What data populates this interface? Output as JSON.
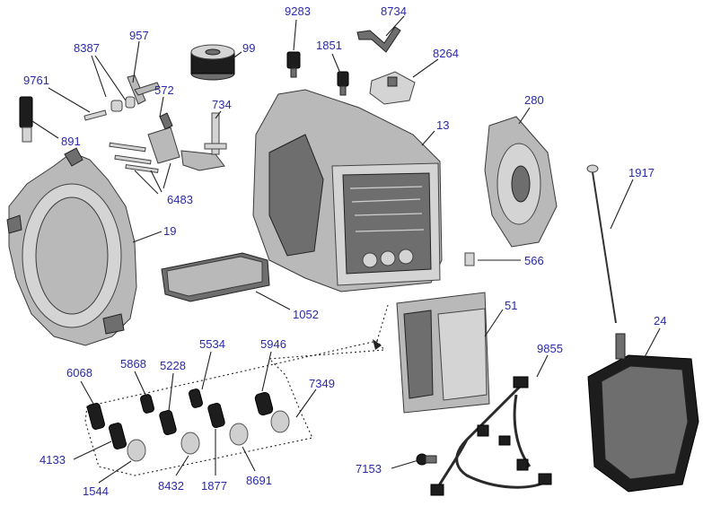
{
  "labels": {
    "l9283": "9283",
    "l8734": "8734",
    "l957": "957",
    "l8387": "8387",
    "l99": "99",
    "l1851": "1851",
    "l8264": "8264",
    "l9761": "9761",
    "l572": "572",
    "l734": "734",
    "l891": "891",
    "l13": "13",
    "l280": "280",
    "l6483": "6483",
    "l19": "19",
    "l1917": "1917",
    "l566": "566",
    "l1052": "1052",
    "l51": "51",
    "l24": "24",
    "l5534": "5534",
    "l5946": "5946",
    "l9855": "9855",
    "l6068": "6068",
    "l5868": "5868",
    "l5228": "5228",
    "l7349": "7349",
    "l4133": "4133",
    "l7153": "7153",
    "l1544": "1544",
    "l8432": "8432",
    "l1877": "1877",
    "l8691": "8691"
  },
  "colors": {
    "label": "#2a2aa8",
    "leader": "#222222"
  }
}
